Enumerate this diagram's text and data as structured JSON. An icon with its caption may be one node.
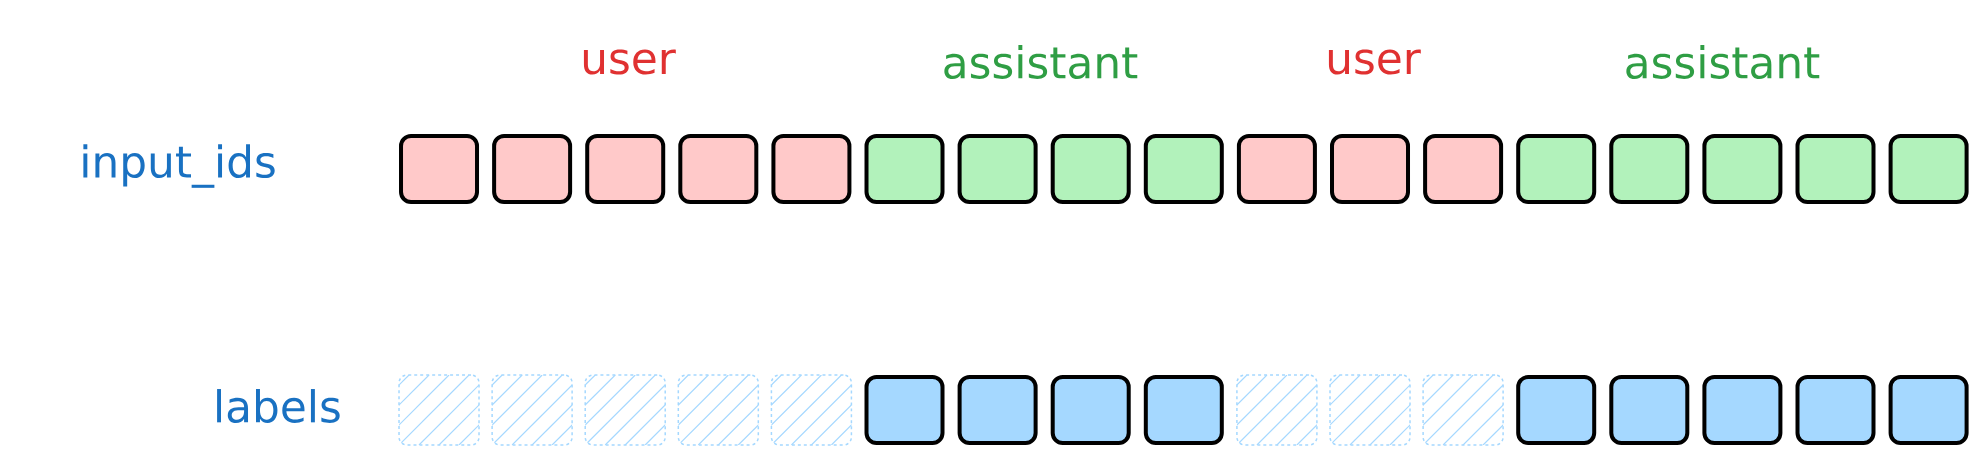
{
  "diagram": {
    "nodes": [
      {
        "text": [],
        "shape": "box"
      },
      {
        "text": [],
        "shape": "box"
      },
      {
        "text": [],
        "shape": "box"
      },
      {
        "text": [],
        "shape": "box"
      },
      {
        "text": [],
        "shape": "box"
      },
      {
        "text": [],
        "shape": "box"
      },
      {
        "text": [],
        "shape": "box"
      },
      {
        "text": [],
        "shape": "box"
      },
      {
        "text": [],
        "shape": "box"
      },
      {
        "text": [],
        "shape": "box"
      },
      {
        "text": [],
        "shape": "box"
      },
      {
        "text": [],
        "shape": "box"
      },
      {
        "text": [],
        "shape": "box"
      },
      {
        "text": [],
        "shape": "box"
      },
      {
        "text": [],
        "shape": "box"
      },
      {
        "text": [],
        "shape": "box"
      },
      {
        "text": [],
        "shape": "box"
      },
      {
        "text": [],
        "shape": "box"
      },
      {
        "text": [],
        "shape": "box"
      },
      {
        "text": [],
        "shape": "box"
      },
      {
        "text": [],
        "shape": "box"
      },
      {
        "text": [],
        "shape": "box"
      },
      {
        "text": [],
        "shape": "box"
      },
      {
        "text": [],
        "shape": "box"
      },
      {
        "text": [],
        "shape": "box"
      },
      {
        "text": [],
        "shape": "box"
      },
      {
        "text": [],
        "shape": "box"
      },
      {
        "text": [],
        "shape": "box"
      },
      {
        "text": [],
        "shape": "box"
      },
      {
        "text": [],
        "shape": "box"
      },
      {
        "text": [],
        "shape": "box"
      },
      {
        "text": [],
        "shape": "box"
      },
      {
        "text": [],
        "shape": "box"
      },
      {
        "text": [],
        "shape": "box"
      }
    ],
    "labels": [
      "user",
      "assistant",
      "user",
      "assistant",
      "input_ids",
      "labels"
    ]
  }
}
